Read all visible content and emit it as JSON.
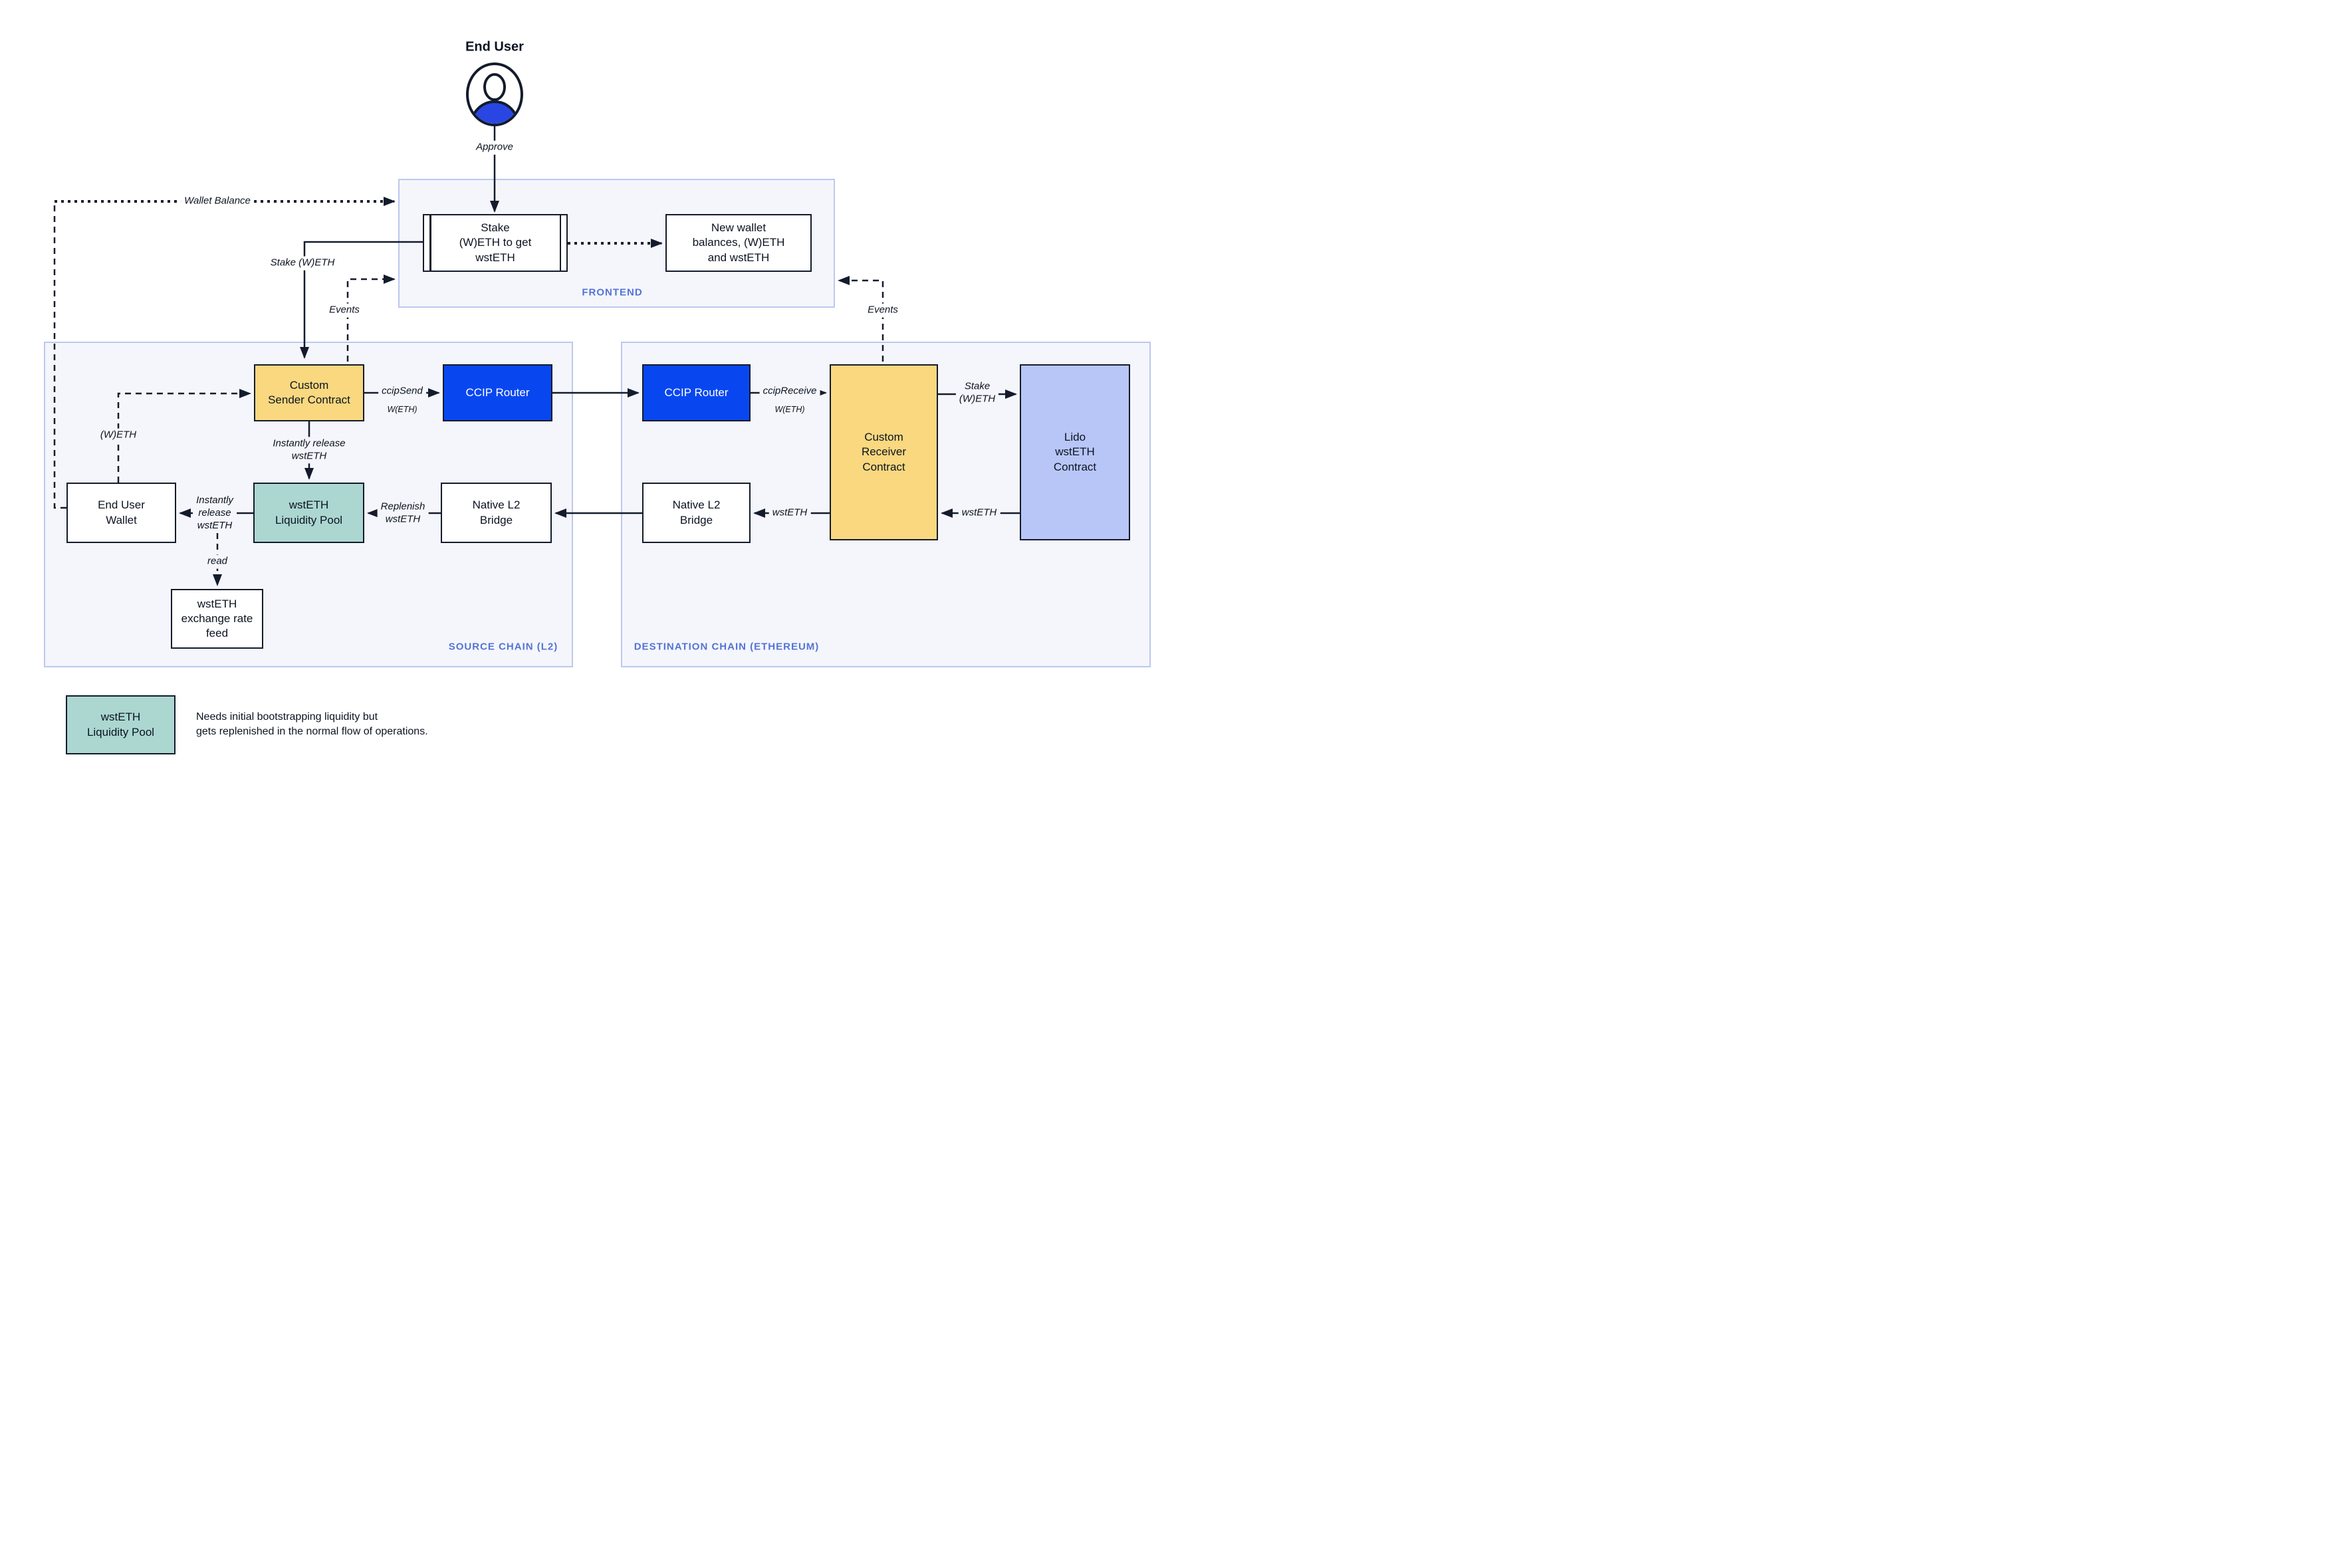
{
  "actor": {
    "label": "End User"
  },
  "frontend": {
    "label": "FRONTEND",
    "stake_box": "Stake\n(W)ETH to get\nwstETH",
    "new_wallet_box": "New wallet\nbalances, (W)ETH\nand wstETH"
  },
  "source_chain": {
    "label": "SOURCE CHAIN (L2)",
    "custom_sender": "Custom\nSender Contract",
    "ccip_router": "CCIP Router",
    "end_user_wallet": "End User\nWallet",
    "wsteth_liquidity_pool": "wstETH\nLiquidity Pool",
    "native_l2_bridge": "Native L2\nBridge",
    "wsteth_exchange_rate_feed": "wstETH\nexchange rate\nfeed"
  },
  "destination_chain": {
    "label": "DESTINATION CHAIN (ETHEREUM)",
    "ccip_router": "CCIP Router",
    "custom_receiver": "Custom\nReceiver\nContract",
    "native_l2_bridge": "Native L2\nBridge",
    "lido_wsteth_contract": "Lido\nwstETH\nContract"
  },
  "edges": {
    "approve": "Approve",
    "wallet_balance": "Wallet Balance",
    "stake_weth": "Stake (W)ETH",
    "events_left": "Events",
    "events_right": "Events",
    "ccip_send": "ccipSend",
    "ccip_send_token": "W(ETH)",
    "ccip_receive": "ccipReceive",
    "ccip_receive_token": "W(ETH)",
    "instantly_release": "Instantly release\nwstETH",
    "instantly_release_to_wallet": "Instantly\nrelease\nwstETH",
    "replenish": "Replenish\nwstETH",
    "read": "read",
    "wsteth_to_bridge": "wstETH",
    "wsteth_from_lido": "wstETH",
    "stake_weth_lido": "Stake\n(W)ETH"
  },
  "legend": {
    "box_label": "wstETH\nLiquidity Pool",
    "note": "Needs initial bootstrapping liquidity but\ngets replenished in the normal flow of operations."
  },
  "colors": {
    "contract_yellow": "#f9d87f",
    "router_blue": "#0847f0",
    "pool_teal": "#abd7d0",
    "lido_lavender": "#b8c6f7",
    "container_bg": "#f4f6fb",
    "container_border": "#bcc8f0",
    "line": "#131b2c",
    "chain_label_blue": "#5473d6",
    "person_blue": "#2946e3"
  }
}
